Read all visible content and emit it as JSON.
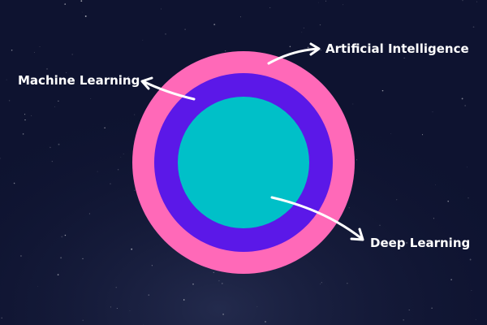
{
  "diagram": {
    "labels": {
      "artificial_intelligence": "Artificial Intelligence",
      "machine_learning": "Machine Learning",
      "deep_learning": "Deep Learning"
    }
  },
  "colors": {
    "background": "#0e1330",
    "outer_ring": "#ff69b8",
    "middle_ring": "#5b18e8",
    "inner_circle": "#00c0c8",
    "arrows": "#ffffff",
    "text": "#ffffff"
  }
}
